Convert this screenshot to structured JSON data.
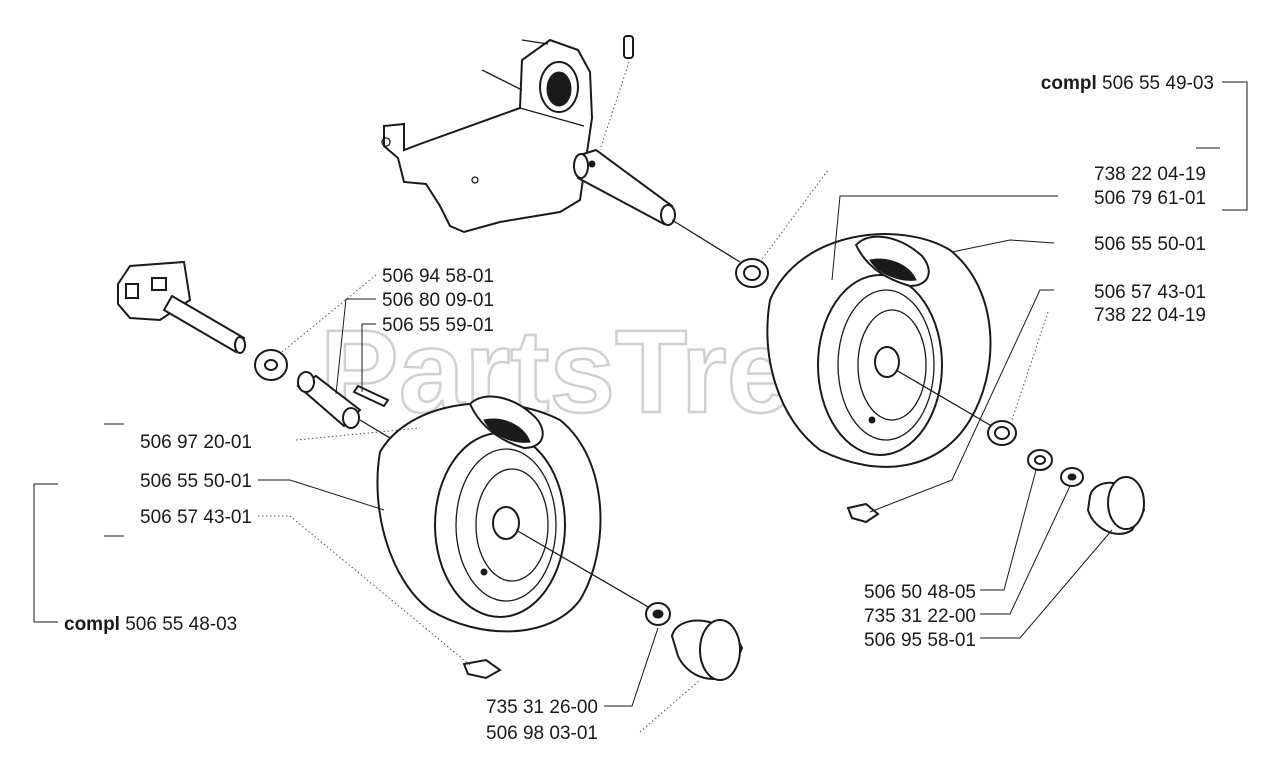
{
  "watermark": "PartsTree",
  "labels": {
    "compl_right_prefix": "compl",
    "compl_right_num": "506 55 49-03",
    "r_738_top": "738 22 04-19",
    "r_506_79": "506 79 61-01",
    "r_506_55_50": "506 55 50-01",
    "r_506_57_43": "506 57 43-01",
    "r_738_mid": "738 22 04-19",
    "r_506_50_48": "506 50 48-05",
    "r_735_31_22": "735 31 22-00",
    "r_506_95_58": "506 95 58-01",
    "l_506_94_58": "506 94 58-01",
    "l_506_80_09": "506 80 09-01",
    "l_506_55_59": "506 55 59-01",
    "l_506_97_20": "506 97 20-01",
    "l_506_55_50": "506 55 50-01",
    "l_506_57_43": "506 57 43-01",
    "compl_left_prefix": "compl",
    "compl_left_num": "506 55 48-03",
    "l_735_31_26": "735 31 26-00",
    "l_506_98_03": "506 98 03-01"
  }
}
